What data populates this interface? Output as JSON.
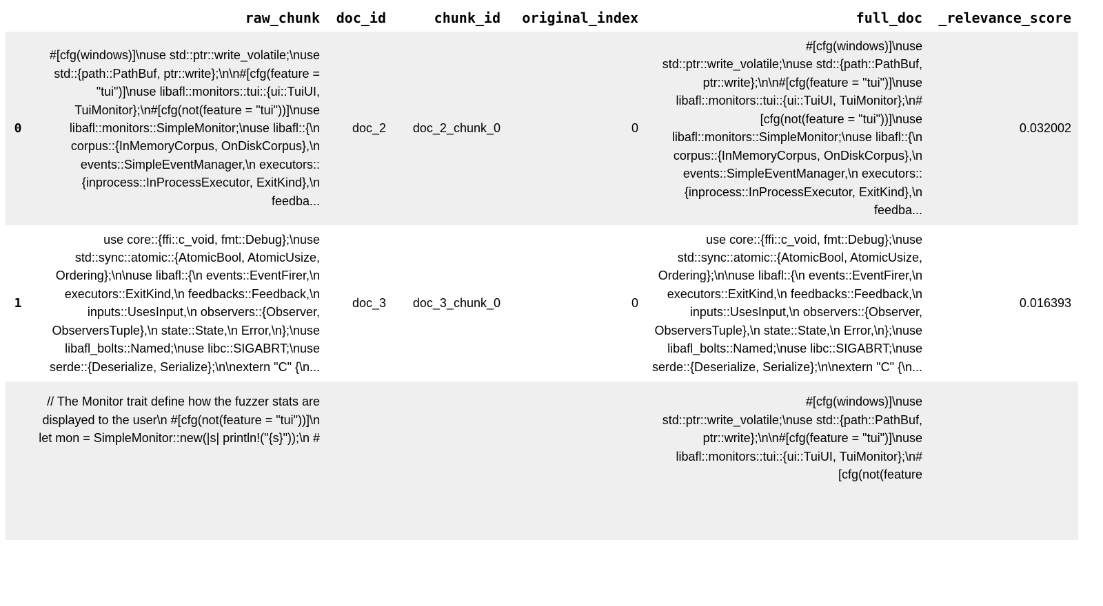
{
  "table": {
    "index_header": "",
    "columns": [
      "raw_chunk",
      "doc_id",
      "chunk_id",
      "original_index",
      "full_doc",
      "_relevance_score"
    ],
    "rows": [
      {
        "index": "0",
        "raw_chunk": "#[cfg(windows)]\\nuse std::ptr::write_volatile;\\nuse std::{path::PathBuf, ptr::write};\\n\\n#[cfg(feature = \"tui\")]\\nuse libafl::monitors::tui::{ui::TuiUI, TuiMonitor};\\n#[cfg(not(feature = \"tui\"))]\\nuse libafl::monitors::SimpleMonitor;\\nuse libafl::{\\n corpus::{InMemoryCorpus, OnDiskCorpus},\\n events::SimpleEventManager,\\n executors::{inprocess::InProcessExecutor, ExitKind},\\n feedba...",
        "doc_id": "doc_2",
        "chunk_id": "doc_2_chunk_0",
        "original_index": "0",
        "full_doc": "#[cfg(windows)]\\nuse std::ptr::write_volatile;\\nuse std::{path::PathBuf, ptr::write};\\n\\n#[cfg(feature = \"tui\")]\\nuse libafl::monitors::tui::{ui::TuiUI, TuiMonitor};\\n#[cfg(not(feature = \"tui\"))]\\nuse libafl::monitors::SimpleMonitor;\\nuse libafl::{\\n corpus::{InMemoryCorpus, OnDiskCorpus},\\n events::SimpleEventManager,\\n executors::{inprocess::InProcessExecutor, ExitKind},\\n feedba...",
        "relevance_score": "0.032002"
      },
      {
        "index": "1",
        "raw_chunk": "use core::{ffi::c_void, fmt::Debug};\\nuse std::sync::atomic::{AtomicBool, AtomicUsize, Ordering};\\n\\nuse libafl::{\\n events::EventFirer,\\n executors::ExitKind,\\n feedbacks::Feedback,\\n inputs::UsesInput,\\n observers::{Observer, ObserversTuple},\\n state::State,\\n Error,\\n};\\nuse libafl_bolts::Named;\\nuse libc::SIGABRT;\\nuse serde::{Deserialize, Serialize};\\n\\nextern \"C\" {\\n...",
        "doc_id": "doc_3",
        "chunk_id": "doc_3_chunk_0",
        "original_index": "0",
        "full_doc": "use core::{ffi::c_void, fmt::Debug};\\nuse std::sync::atomic::{AtomicBool, AtomicUsize, Ordering};\\n\\nuse libafl::{\\n events::EventFirer,\\n executors::ExitKind,\\n feedbacks::Feedback,\\n inputs::UsesInput,\\n observers::{Observer, ObserversTuple},\\n state::State,\\n Error,\\n};\\nuse libafl_bolts::Named;\\nuse libc::SIGABRT;\\nuse serde::{Deserialize, Serialize};\\n\\nextern \"C\" {\\n...",
        "relevance_score": "0.016393"
      },
      {
        "index": "",
        "raw_chunk": "// The Monitor trait define how the fuzzer stats are displayed to the user\\n #[cfg(not(feature = \"tui\"))]\\n let mon = SimpleMonitor::new(|s| println!(\"{s}\"));\\n #",
        "doc_id": "",
        "chunk_id": "",
        "original_index": "",
        "full_doc": "#[cfg(windows)]\\nuse std::ptr::write_volatile;\\nuse std::{path::PathBuf, ptr::write};\\n\\n#[cfg(feature = \"tui\")]\\nuse libafl::monitors::tui::{ui::TuiUI, TuiMonitor};\\n#[cfg(not(feature",
        "relevance_score": ""
      }
    ]
  }
}
